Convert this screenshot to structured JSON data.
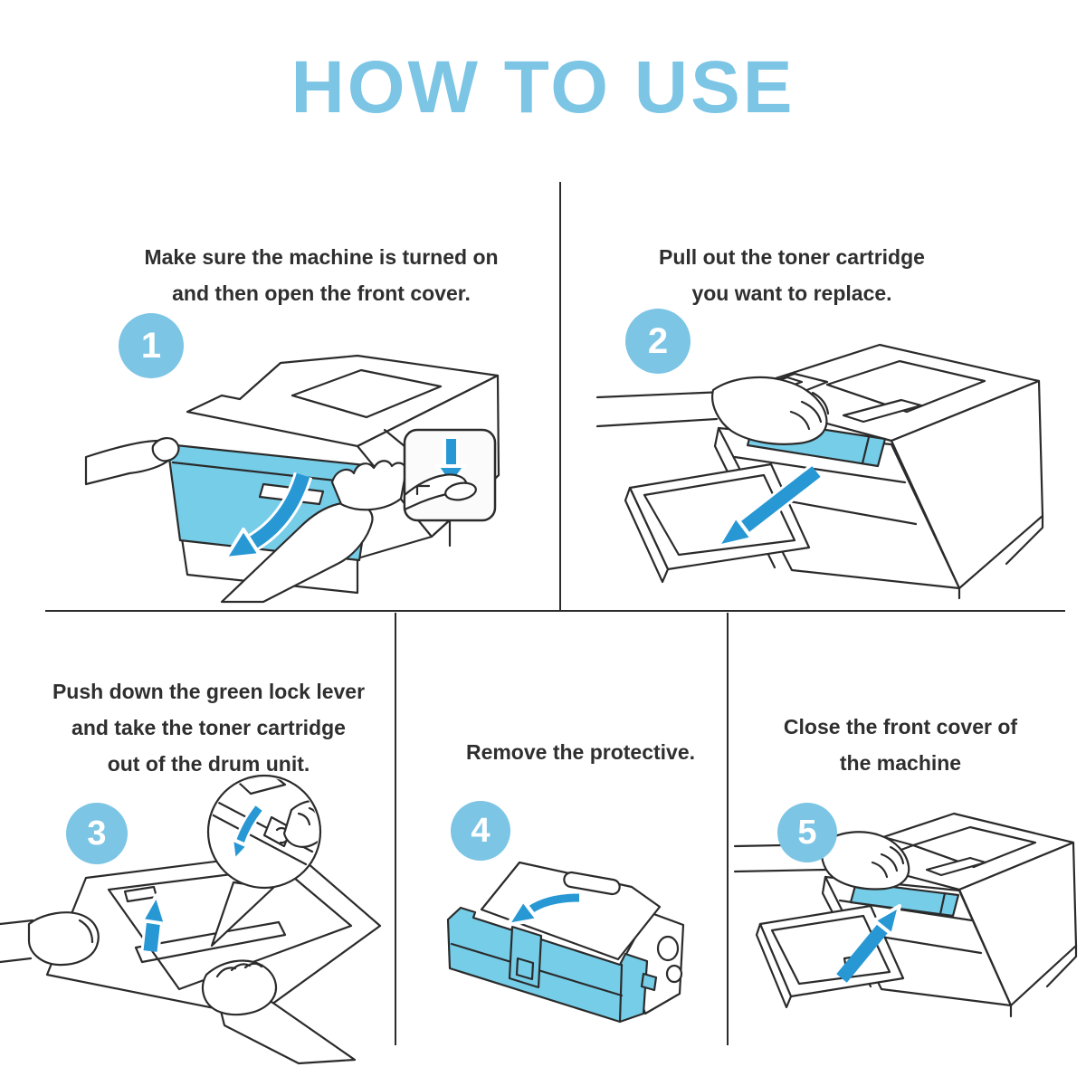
{
  "title": "HOW TO USE",
  "colors": {
    "accent": "#7cc5e5",
    "arrow": "#2798d4",
    "highlight": "#76cde8",
    "line": "#2b2b2b",
    "text": "#2f2f2f"
  },
  "steps": [
    {
      "number": "1",
      "lines": [
        "Make sure the machine is turned on",
        "and then open the front cover."
      ],
      "illustration": "printer-open-front-cover",
      "arrow_icon": "arrow-curved-down-left"
    },
    {
      "number": "2",
      "lines": [
        "Pull out the toner cartridge",
        "you want to replace."
      ],
      "illustration": "printer-pull-cartridge",
      "arrow_icon": "arrow-down-left"
    },
    {
      "number": "3",
      "lines": [
        "Push down the green lock lever",
        "and take the toner cartridge",
        "out of the drum unit."
      ],
      "illustration": "drum-unit-lock-lever",
      "arrow_icon": "arrow-up"
    },
    {
      "number": "4",
      "lines": [
        "Remove the protective."
      ],
      "illustration": "toner-cartridge-protective-sheet",
      "arrow_icon": "arrow-left"
    },
    {
      "number": "5",
      "lines": [
        "Close the front cover of",
        "the machine"
      ],
      "illustration": "printer-close-front-cover",
      "arrow_icon": "arrow-up-right"
    }
  ]
}
